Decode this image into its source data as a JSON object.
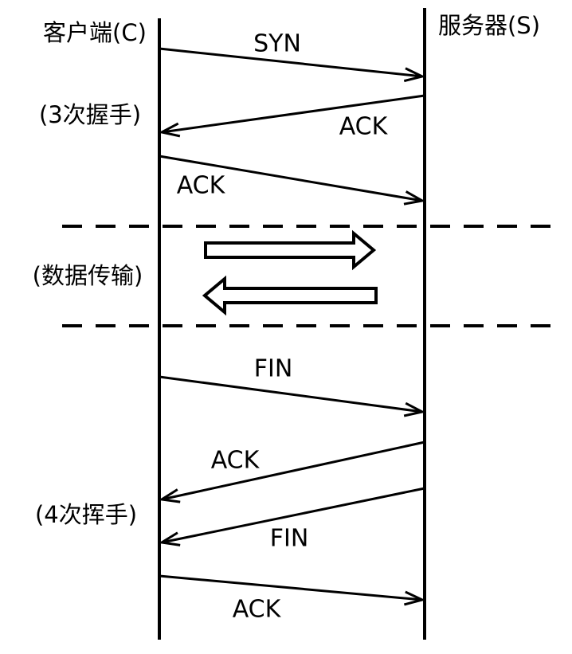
{
  "page": {
    "colors": {
      "ink": "#000000",
      "paper": "#ffffff"
    }
  },
  "diagram": {
    "type": "sequence-diagram",
    "left_actor": "客户端(C)",
    "right_actor": "服务器(S)",
    "sections": [
      {
        "label": "(3次握手)"
      },
      {
        "label": "(数据传输)"
      },
      {
        "label": "(4次挥手)"
      }
    ],
    "messages": [
      {
        "label": "SYN",
        "from": "client",
        "to": "server",
        "section": "3次握手"
      },
      {
        "label": "ACK",
        "from": "server",
        "to": "client",
        "section": "3次握手"
      },
      {
        "label": "ACK",
        "from": "client",
        "to": "server",
        "section": "3次握手"
      },
      {
        "label": "FIN",
        "from": "client",
        "to": "server",
        "section": "4次挥手"
      },
      {
        "label": "ACK",
        "from": "server",
        "to": "client",
        "section": "4次挥手"
      },
      {
        "label": "FIN",
        "from": "server",
        "to": "client",
        "section": "4次挥手"
      },
      {
        "label": "ACK",
        "from": "client",
        "to": "server",
        "section": "4次挥手"
      }
    ],
    "data_transfer": {
      "block_arrows": [
        {
          "direction": "client_to_server"
        },
        {
          "direction": "server_to_client"
        }
      ]
    }
  }
}
